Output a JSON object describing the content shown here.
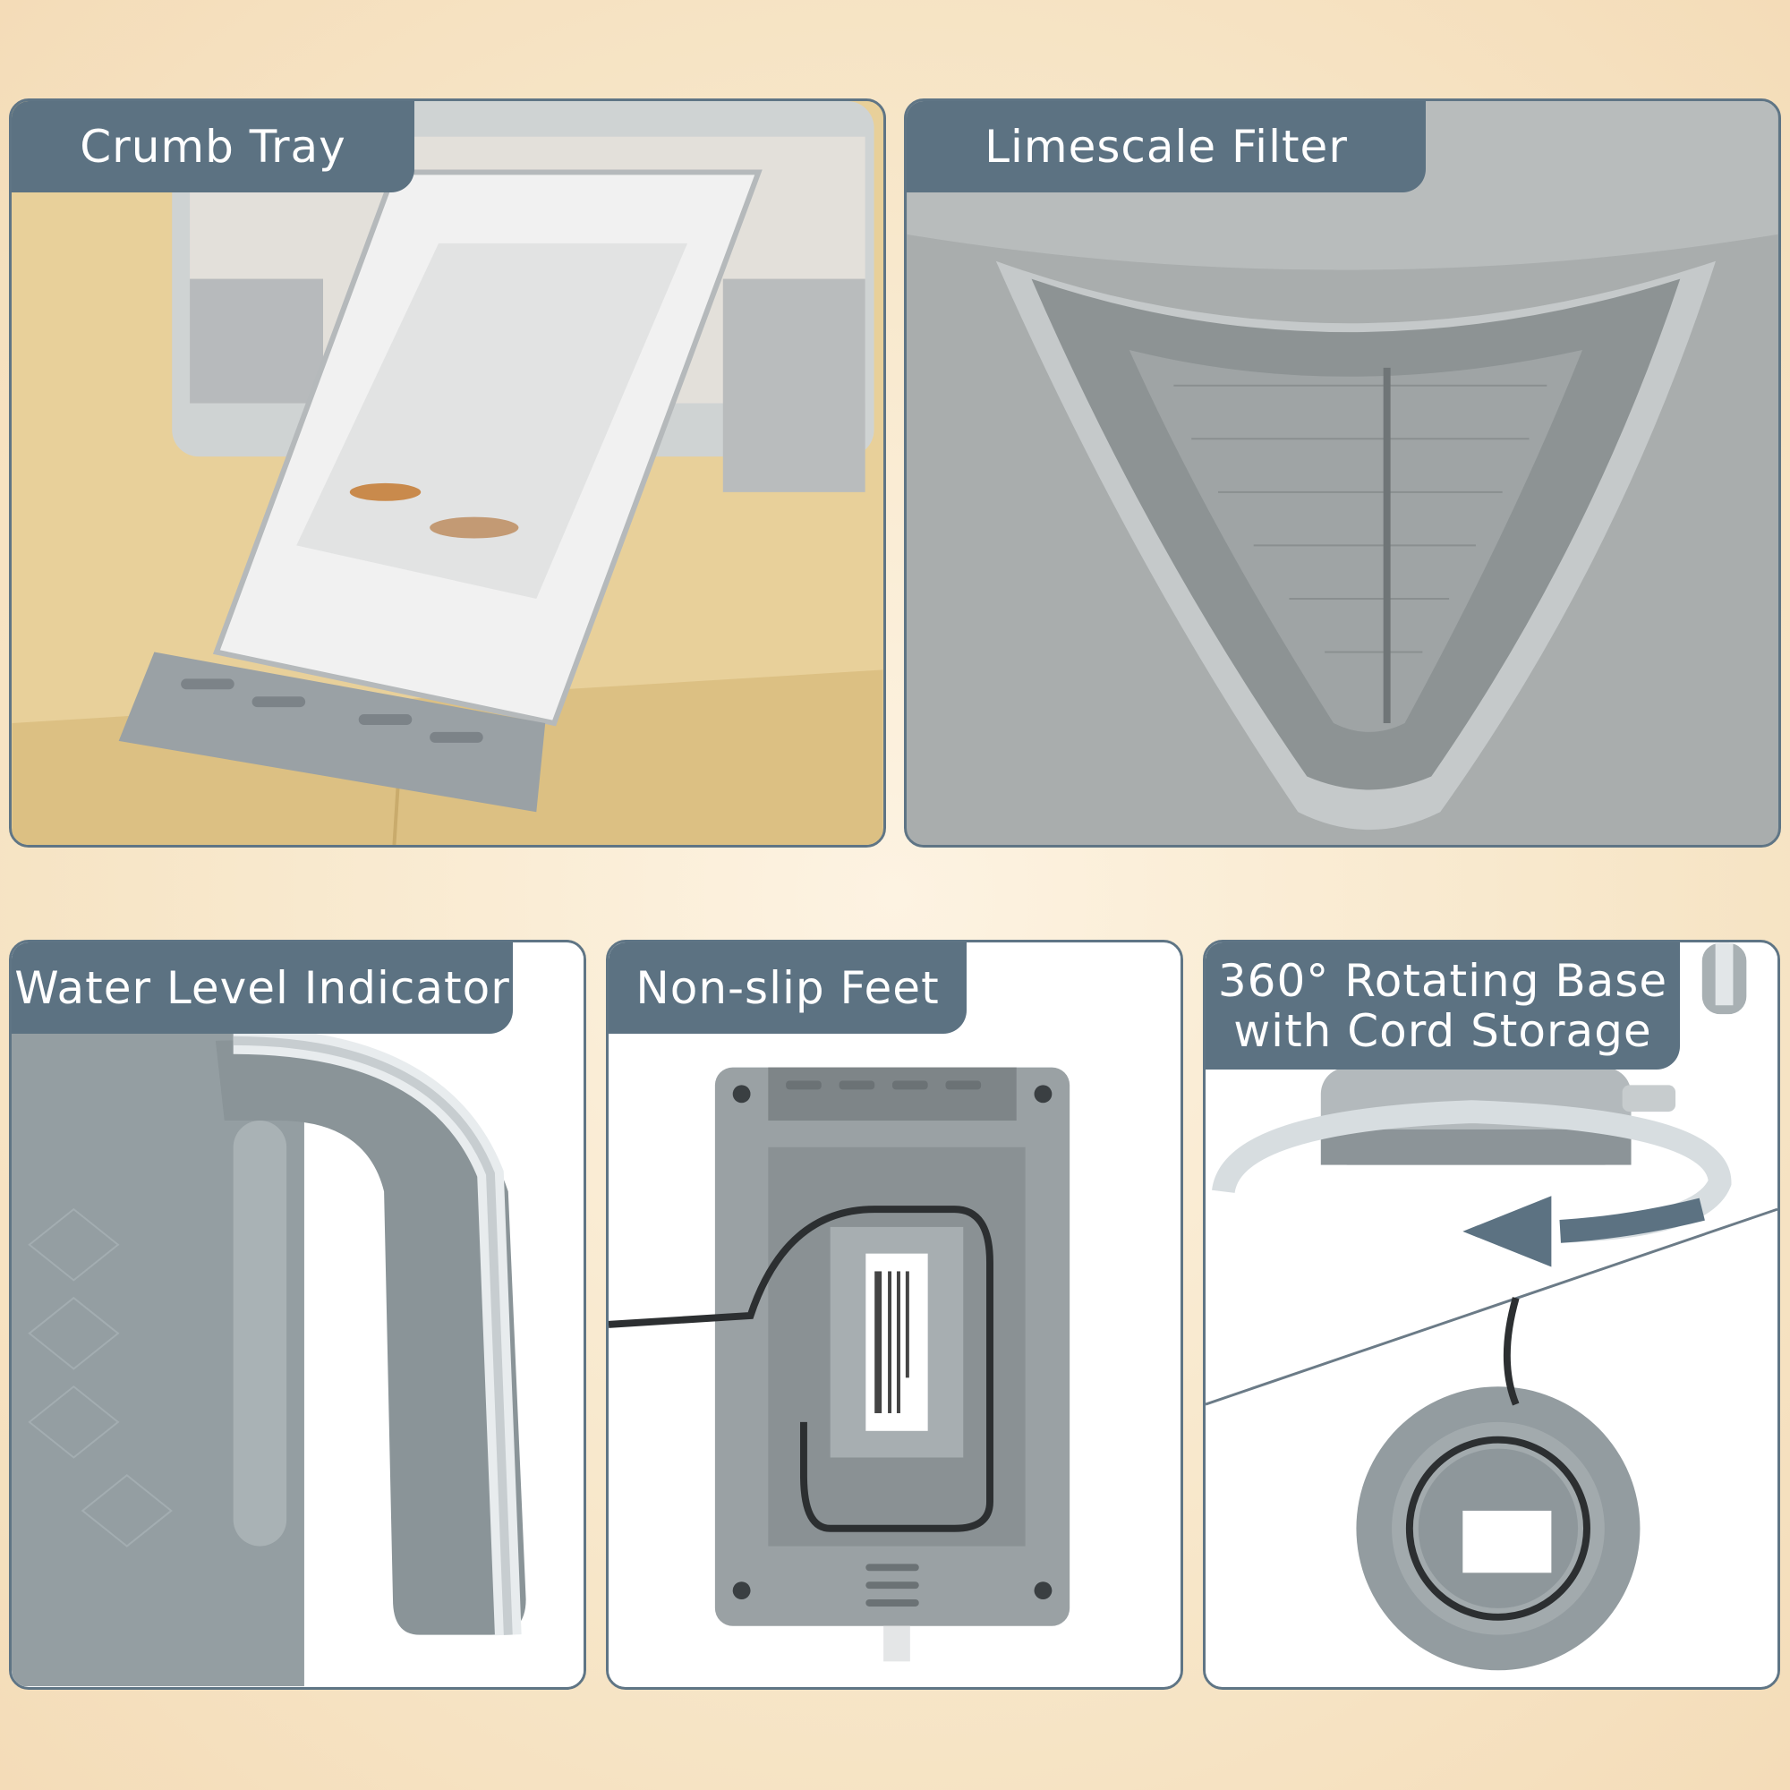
{
  "panels": [
    {
      "label": "Crumb Tray"
    },
    {
      "label": "Limescale Filter"
    },
    {
      "label": "Water Level Indicator"
    },
    {
      "label": "Non-slip Feet"
    },
    {
      "label_line1": "360° Rotating Base",
      "label_line2": "with Cord Storage"
    }
  ],
  "colors": {
    "label_bg": "#5c7282",
    "panel_border": "#5f7585",
    "page_bg": "#f7e6c8",
    "appliance_grey": "#8e989c"
  },
  "icons": [
    "rotation-arrow-icon"
  ]
}
